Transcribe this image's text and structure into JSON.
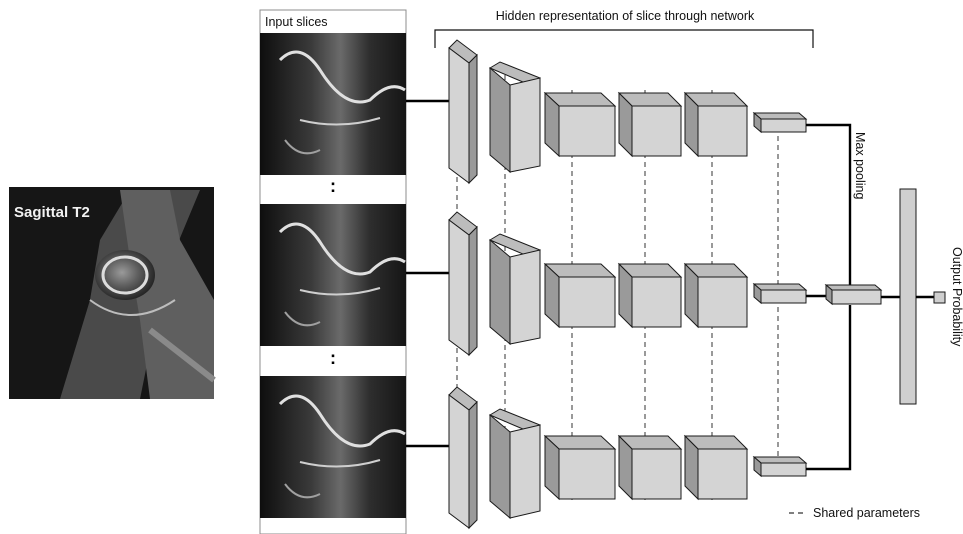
{
  "sagittal_label": "Sagittal T2",
  "input_label": "Input slices",
  "hidden_label": "Hidden representation of slice through network",
  "max_pooling_label": "Max pooling",
  "output_label": "Output Probability",
  "legend_label": "Shared parameters",
  "ellipsis": ":",
  "colors": {
    "box_front": "#d4d4d4",
    "box_top": "#bcbcbc",
    "box_side": "#9a9a9a",
    "box_stroke": "#1a1a1a",
    "mri_bg": "#141414"
  }
}
